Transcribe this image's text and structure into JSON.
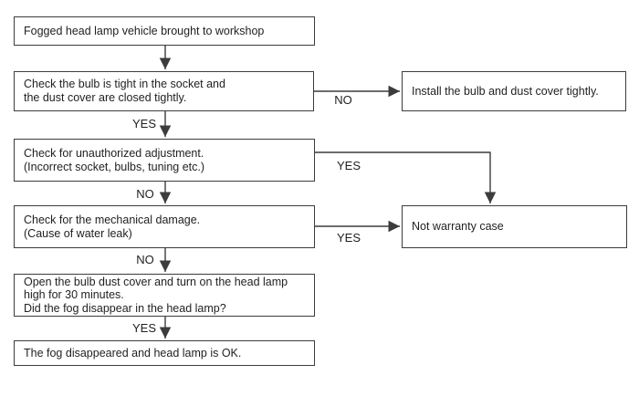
{
  "diagram": {
    "type": "flowchart",
    "nodes": {
      "start": {
        "text": "Fogged head lamp vehicle brought to workshop"
      },
      "check_bulb": {
        "text": "Check the bulb is tight in the socket and\nthe dust cover are closed tightly."
      },
      "install_cover": {
        "text": "Install the bulb and dust cover tightly."
      },
      "check_adjustment": {
        "text": "Check for unauthorized adjustment.\n(Incorrect socket, bulbs, tuning etc.)"
      },
      "check_damage": {
        "text": "Check for the mechanical damage.\n(Cause of water leak)"
      },
      "not_warranty": {
        "text": "Not warranty case"
      },
      "fog_test": {
        "text": "Open the bulb dust cover and turn on the head lamp\nhigh for 30 minutes.\nDid the fog disappear in the head lamp?"
      },
      "fog_ok": {
        "text": "The fog disappeared and head lamp is OK."
      }
    },
    "edge_labels": {
      "check_bulb_no": "NO",
      "check_bulb_yes": "YES",
      "check_adjustment_yes": "YES",
      "check_adjustment_no": "NO",
      "check_damage_yes": "YES",
      "check_damage_no": "NO",
      "fog_test_yes": "YES"
    },
    "edges": [
      {
        "from": "start",
        "to": "check_bulb",
        "label": ""
      },
      {
        "from": "check_bulb",
        "to": "install_cover",
        "label": "NO"
      },
      {
        "from": "check_bulb",
        "to": "check_adjustment",
        "label": "YES"
      },
      {
        "from": "check_adjustment",
        "to": "not_warranty",
        "label": "YES"
      },
      {
        "from": "check_adjustment",
        "to": "check_damage",
        "label": "NO"
      },
      {
        "from": "check_damage",
        "to": "not_warranty",
        "label": "YES"
      },
      {
        "from": "check_damage",
        "to": "fog_test",
        "label": "NO"
      },
      {
        "from": "fog_test",
        "to": "fog_ok",
        "label": "YES"
      }
    ],
    "colors": {
      "line": "#3c3c3c",
      "box_border": "#3c3c3c",
      "text": "#1f1f1f",
      "background": "#ffffff"
    }
  }
}
